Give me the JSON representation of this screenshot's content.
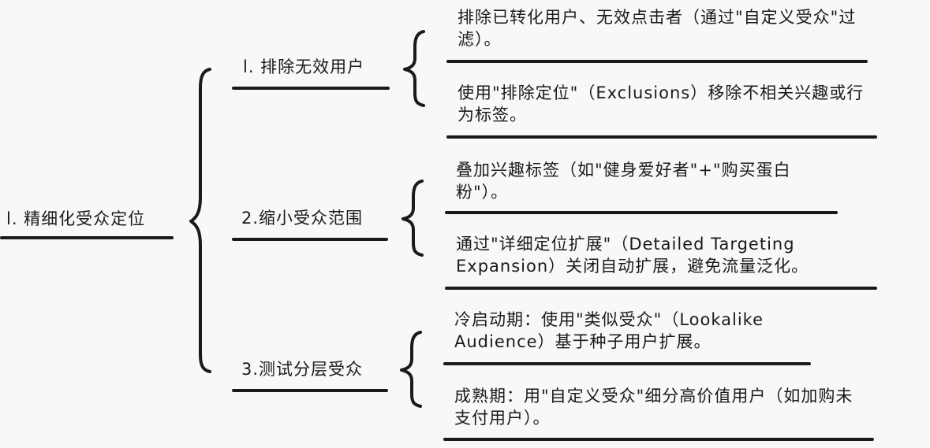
{
  "root": {
    "label": "l. 精细化受众定位"
  },
  "branches": [
    {
      "label": "l. 排除无效用户",
      "leaves": [
        {
          "text": "排除已转化用户、无效点击者（通过\"自定义受众\"过滤）。"
        },
        {
          "text": "使用\"排除定位\"（Exclusions）移除不相关兴趣或行为标签。"
        }
      ]
    },
    {
      "label": "2.缩小受众范围",
      "leaves": [
        {
          "text": "叠加兴趣标签（如\"健身爱好者\"+\"购买蛋白粉\"）。"
        },
        {
          "text": "通过\"详细定位扩展\"（Detailed Targeting Expansion）关闭自动扩展，避免流量泛化。"
        }
      ]
    },
    {
      "label": "3.测试分层受众",
      "leaves": [
        {
          "text": "冷启动期：使用\"类似受众\"（Lookalike Audience）基于种子用户扩展。"
        },
        {
          "text": "成熟期：用\"自定义受众\"细分高价值用户（如加购未支付用户）。"
        }
      ]
    }
  ]
}
